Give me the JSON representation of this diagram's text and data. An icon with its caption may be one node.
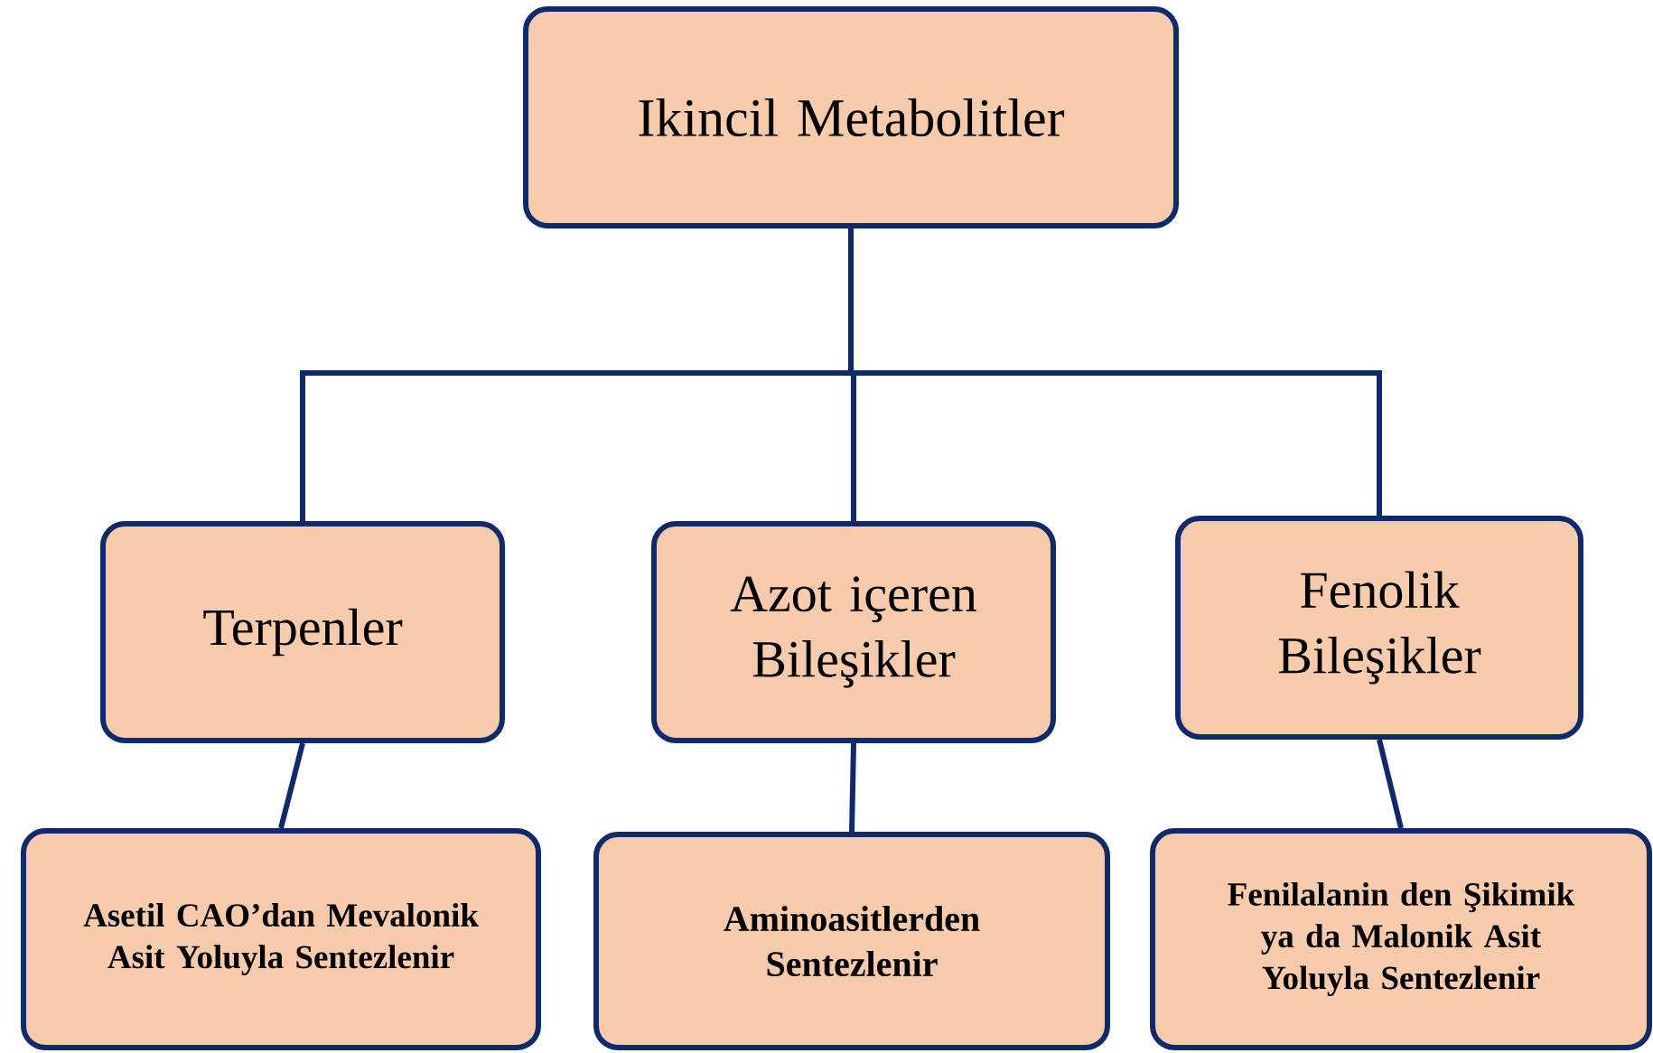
{
  "diagram": {
    "nodes": [
      {
        "text": [
          "Ikincil Metabolitler"
        ]
      },
      {
        "text": [
          "Terpenler"
        ]
      },
      {
        "text": [
          "Azot içeren Bileşikler"
        ]
      },
      {
        "text": [
          "Fenolik Bileşikler"
        ]
      },
      {
        "text": [
          "Asetil CAO’dan Mevalonik Asit Yoluyla Sentezlenir"
        ]
      },
      {
        "text": [
          "Aminoasitlerden Sentezlenir"
        ]
      },
      {
        "text": [
          "Fenilalanin den Şikimik ya da Malonik Asit Yoluyla Sentezlenir"
        ]
      }
    ],
    "edges": [
      {
        "from": 0,
        "to": 1,
        "arrow": "none"
      },
      {
        "from": 0,
        "to": 2,
        "arrow": "none"
      },
      {
        "from": 0,
        "to": 3,
        "arrow": "none"
      },
      {
        "from": 1,
        "to": 4,
        "arrow": "none"
      },
      {
        "from": 2,
        "to": 5,
        "arrow": "none"
      },
      {
        "from": 3,
        "to": 6,
        "arrow": "none"
      }
    ]
  }
}
